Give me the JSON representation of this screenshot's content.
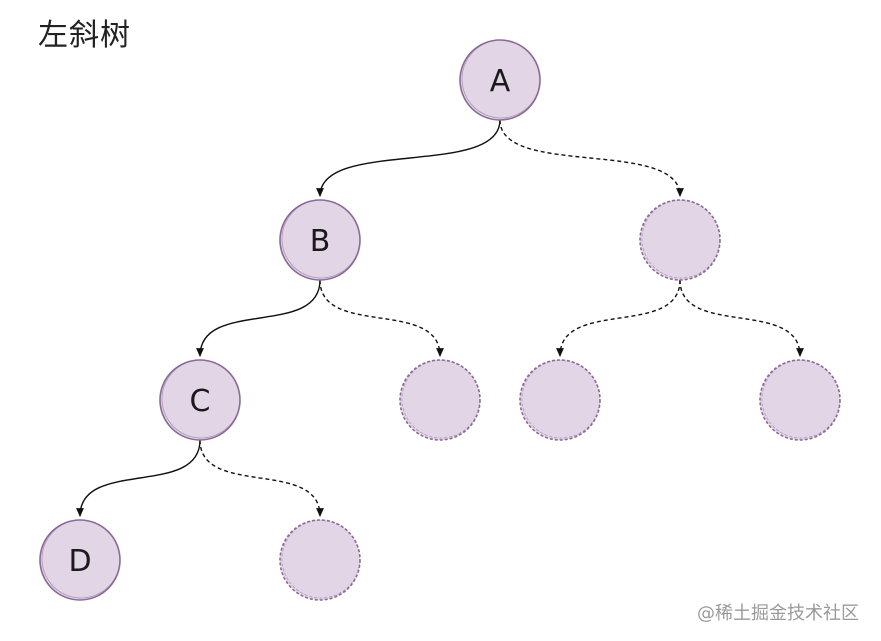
{
  "title": "左斜树",
  "watermark": "@稀土掘金技术社区",
  "colors": {
    "node_fill": "#e2d5e6",
    "node_stroke": "#8a6b95",
    "edge": "#111111"
  },
  "nodes": [
    {
      "id": "A",
      "label": "A",
      "kind": "real"
    },
    {
      "id": "B",
      "label": "B",
      "kind": "real"
    },
    {
      "id": "C",
      "label": "C",
      "kind": "real"
    },
    {
      "id": "D",
      "label": "D",
      "kind": "real"
    },
    {
      "id": "A-right",
      "label": "",
      "kind": "empty"
    },
    {
      "id": "B-right",
      "label": "",
      "kind": "empty"
    },
    {
      "id": "C-right",
      "label": "",
      "kind": "empty"
    },
    {
      "id": "AR-left",
      "label": "",
      "kind": "empty"
    },
    {
      "id": "AR-right",
      "label": "",
      "kind": "empty"
    }
  ],
  "edges": [
    {
      "from": "A",
      "to": "B",
      "style": "solid"
    },
    {
      "from": "A",
      "to": "A-right",
      "style": "dashed"
    },
    {
      "from": "B",
      "to": "C",
      "style": "solid"
    },
    {
      "from": "B",
      "to": "B-right",
      "style": "dashed"
    },
    {
      "from": "C",
      "to": "D",
      "style": "solid"
    },
    {
      "from": "C",
      "to": "C-right",
      "style": "dashed"
    },
    {
      "from": "A-right",
      "to": "AR-left",
      "style": "dashed"
    },
    {
      "from": "A-right",
      "to": "AR-right",
      "style": "dashed"
    }
  ]
}
